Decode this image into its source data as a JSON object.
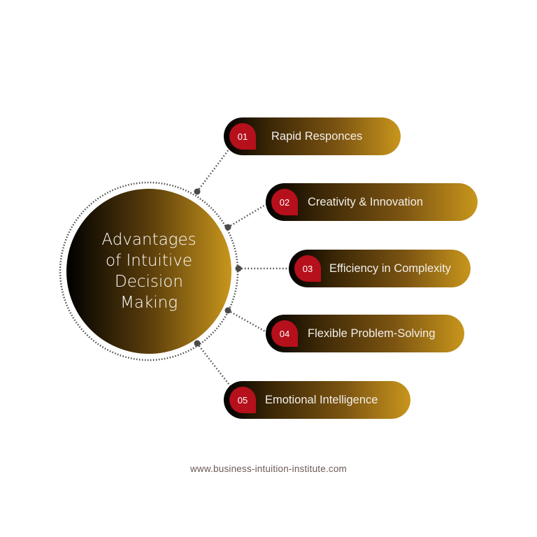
{
  "diagram": {
    "center_title": "Advantages of Intuitive Decision Making",
    "items": [
      {
        "number": "01",
        "label": "Rapid Responces"
      },
      {
        "number": "02",
        "label": "Creativity & Innovation"
      },
      {
        "number": "03",
        "label": "Efficiency in Complexity"
      },
      {
        "number": "04",
        "label": "Flexible Problem-Solving"
      },
      {
        "number": "05",
        "label": "Emotional Intelligence"
      }
    ],
    "colors": {
      "gradient_start": "#000000",
      "gradient_end": "#c8961c",
      "badge": "#b5101b",
      "connector": "#4a4a4a"
    }
  },
  "footer": {
    "url": "www.business-intuition-institute.com"
  }
}
